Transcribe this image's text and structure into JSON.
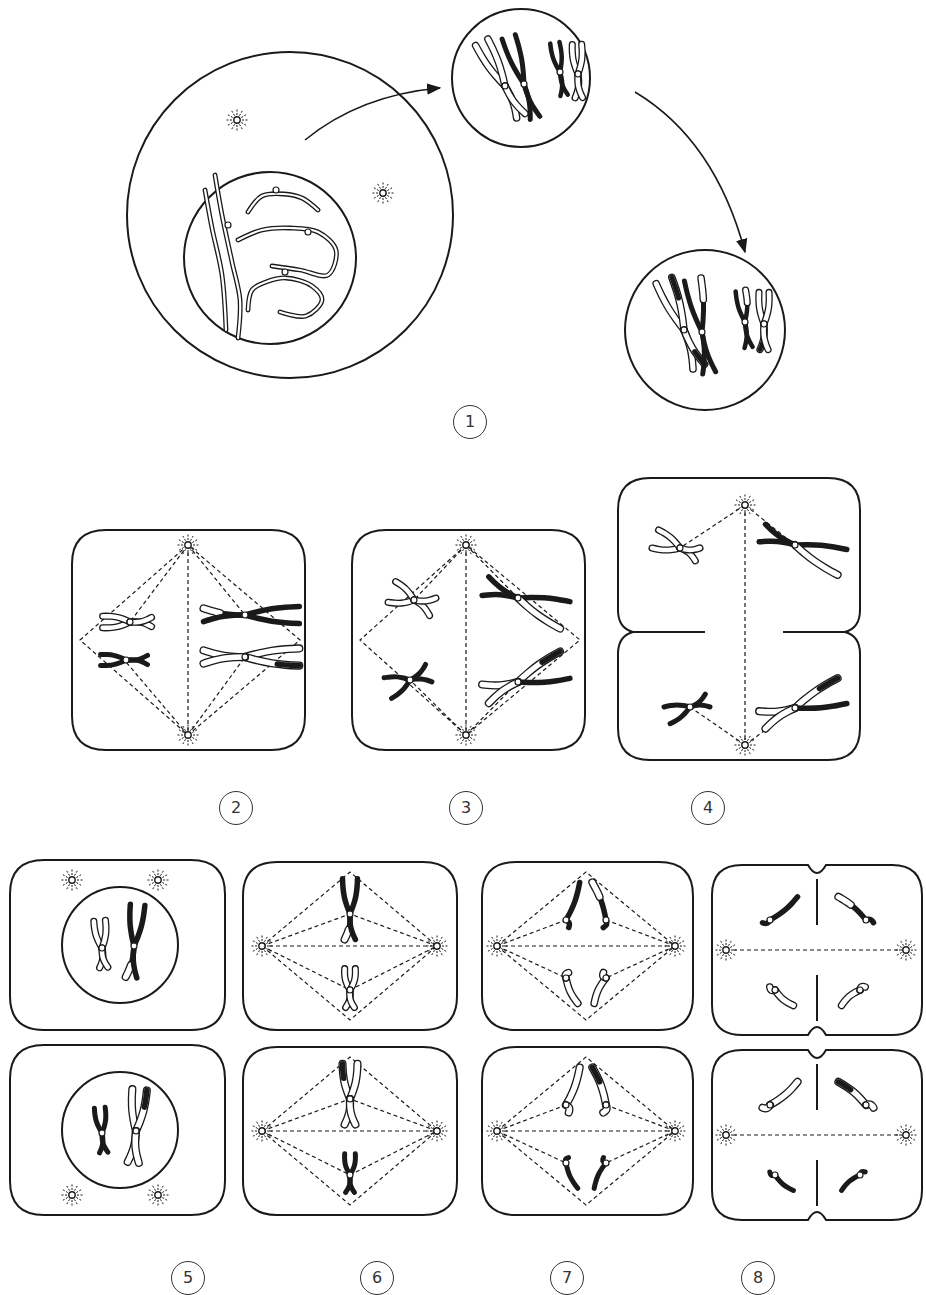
{
  "diagram": {
    "nodes": [
      {
        "text": [
          "1"
        ]
      },
      {
        "text": [
          "2"
        ]
      },
      {
        "text": [
          "3"
        ]
      },
      {
        "text": [
          "4"
        ]
      },
      {
        "text": [
          "5"
        ]
      },
      {
        "text": [
          "6"
        ]
      },
      {
        "text": [
          "7"
        ]
      },
      {
        "text": [
          "8"
        ]
      }
    ]
  }
}
